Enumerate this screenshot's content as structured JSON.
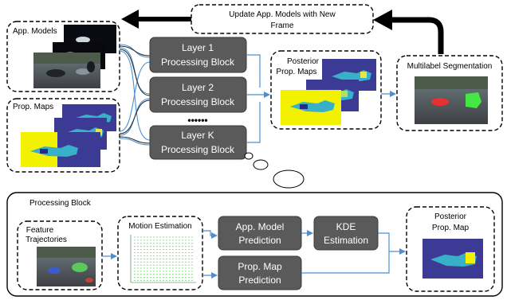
{
  "banner": {
    "line1": "Update App. Models with New",
    "line2": "Frame"
  },
  "boxes": {
    "app_models": "App. Models",
    "prop_maps": "Prop. Maps",
    "posterior_line1": "Posterior",
    "posterior_line2": "Prop. Maps",
    "multilabel": "Multilabel Segmentation"
  },
  "layers": [
    {
      "line1": "Layer 1",
      "line2": "Processing  Block"
    },
    {
      "line1": "Layer 2",
      "line2": "Processing  Block"
    },
    {
      "line1": "Layer K",
      "line2": "Processing  Block"
    }
  ],
  "ellipsis": "••••••",
  "processing_block": {
    "title": "Processing Block",
    "feature_line1": "Feature",
    "feature_line2": "Trajectories",
    "motion": "Motion Estimation",
    "app_pred_line1": "App. Model",
    "app_pred_line2": "Prediction",
    "kde_line1": "KDE",
    "kde_line2": "Estimation",
    "prop_pred_line1": "Prop. Map",
    "prop_pred_line2": "Prediction",
    "posterior_line1": "Posterior",
    "posterior_line2": "Prop. Map"
  },
  "colors": {
    "block_fill": "#5a5a5a",
    "arrow_blue": "#4a8fd0",
    "map_blue": "#3b3b96",
    "map_yellow": "#f2f200",
    "seg_red": "#e83030",
    "seg_green": "#44e844"
  }
}
